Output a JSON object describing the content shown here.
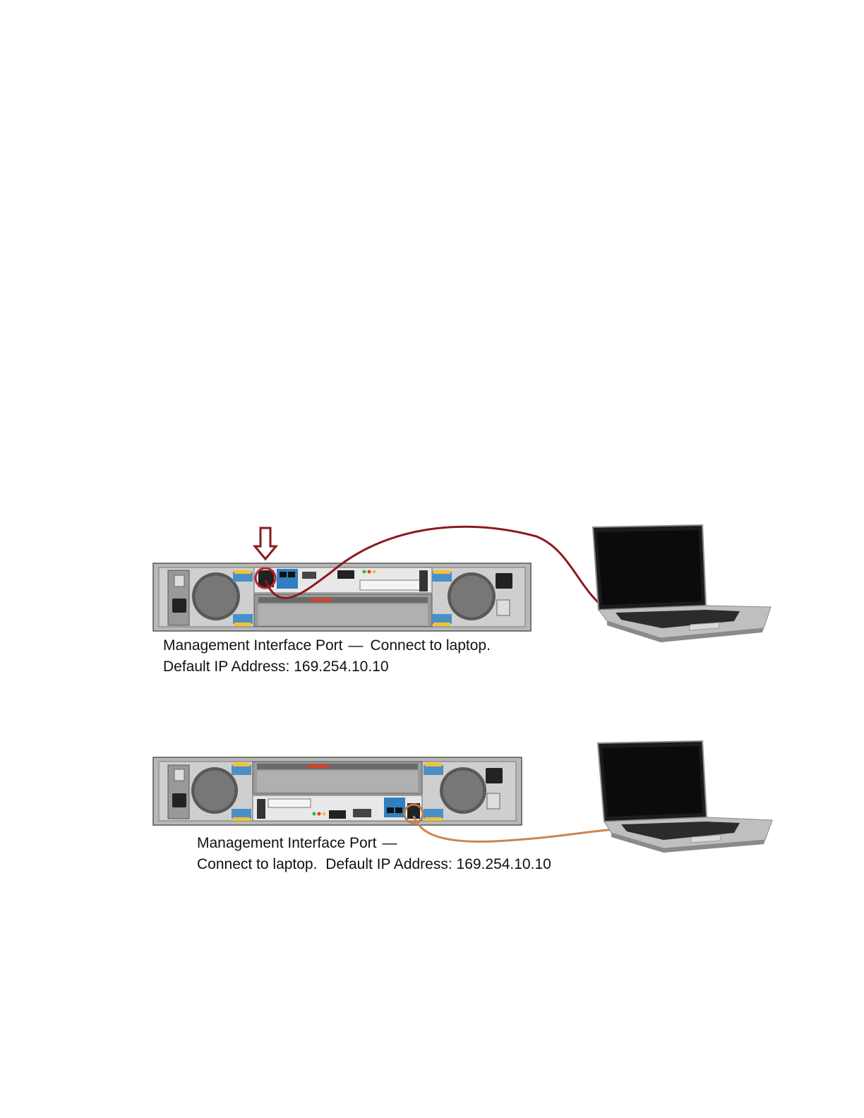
{
  "figures": [
    {
      "caption_line1_a": "Management Interface Port",
      "caption_dash": "—",
      "caption_line1_b": "Connect to laptop.",
      "caption_line2": "Default IP Address: 169.254.10.10",
      "cable_color": "#8b1a1f",
      "arrow_color": "#8b1a1f",
      "highlight_color": "#c0232a"
    },
    {
      "caption_line1_a": "Management Interface Port",
      "caption_dash": "—",
      "caption_line2_a": "Connect to laptop.",
      "caption_line2_b": "Default IP Address: 169.254.10.10",
      "cable_color": "#c98552",
      "highlight_color": "#c07a45"
    }
  ]
}
